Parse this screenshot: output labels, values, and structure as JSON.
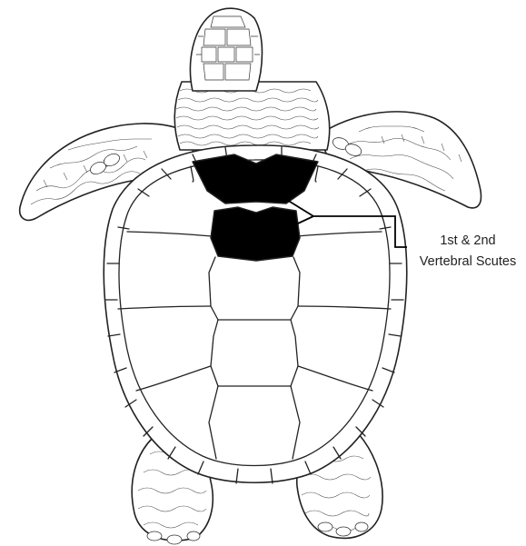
{
  "annotation": {
    "line1": "1st & 2nd",
    "line2": "Vertebral Scutes"
  },
  "colors": {
    "highlight": "#000000",
    "line": "#222222",
    "background": "#ffffff"
  },
  "highlighted_parts": [
    "1st vertebral scute",
    "2nd vertebral scute"
  ]
}
